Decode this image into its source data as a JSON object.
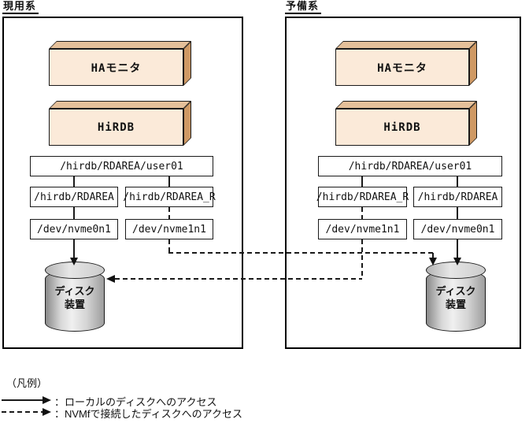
{
  "diagram": {
    "systems": [
      {
        "label": "現用系",
        "ha_monitor": "HAモニタ",
        "hirdb": "HiRDB",
        "file": "/hirdb/RDAREA/user01",
        "columns": [
          {
            "area": "/hirdb/RDAREA",
            "device": "/dev/nvme0n1",
            "link": "solid"
          },
          {
            "area": "/hirdb/RDAREA_R",
            "device": "/dev/nvme1n1",
            "link": "dashed"
          }
        ],
        "disk": {
          "line1": "ディスク",
          "line2": "装置"
        }
      },
      {
        "label": "予備系",
        "ha_monitor": "HAモニタ",
        "hirdb": "HiRDB",
        "file": "/hirdb/RDAREA/user01",
        "columns": [
          {
            "area": "/hirdb/RDAREA_R",
            "device": "/dev/nvme1n1",
            "link": "dashed"
          },
          {
            "area": "/hirdb/RDAREA",
            "device": "/dev/nvme0n1",
            "link": "solid"
          }
        ],
        "disk": {
          "line1": "ディスク",
          "line2": "装置"
        }
      }
    ],
    "legend": {
      "title": "（凡例）",
      "items": [
        {
          "style": "solid-arrow",
          "label": "：ローカルのディスクへのアクセス"
        },
        {
          "style": "dashed-arrow",
          "label": "：NVMfで接続したディスクへのアクセス"
        }
      ]
    },
    "colors": {
      "box_front": "#fbead9",
      "box_top": "#e5c09a",
      "box_side": "#cf9964",
      "outline": "#1a1a1a"
    }
  }
}
